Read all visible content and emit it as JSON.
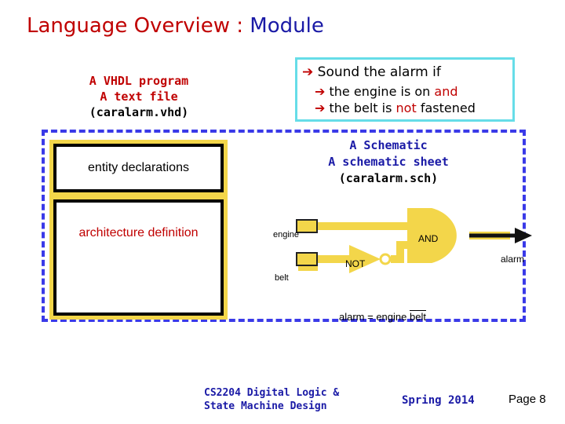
{
  "title": {
    "main": "Language Overview",
    "sep": ":",
    "module": "Module"
  },
  "vhdl": {
    "line1": "A VHDL program",
    "line2": "A text file",
    "line3": "(caralarm.vhd)"
  },
  "callout": {
    "arrow": "➔",
    "line1": "Sound the alarm if",
    "line2_pre": "the engine is on",
    "line2_em": "and",
    "line3_pre": "the belt is",
    "line3_em": "not",
    "line3_post": "fastened"
  },
  "code_boxes": {
    "entity": "entity declarations",
    "architecture": "architecture definition"
  },
  "schematic": {
    "line1": "A Schematic",
    "line2": "A schematic sheet",
    "line3": "(caralarm.sch)"
  },
  "circuit": {
    "input1": "engine",
    "input2": "belt",
    "output": "alarm",
    "and_gate": "AND",
    "not_gate": "NOT",
    "equation_pre": "alarm = engine",
    "equation_bar": "belt"
  },
  "footer": {
    "course_line1": "CS2204 Digital Logic &",
    "course_line2": "State Machine Design",
    "term": "Spring 2014",
    "page": "Page 8"
  },
  "colors": {
    "title_red": "#c00000",
    "blue": "#1a1aa6",
    "gate_yellow": "#f3d64a",
    "callout_border": "#66dde8",
    "dashed_blue": "#3a3ae8"
  }
}
